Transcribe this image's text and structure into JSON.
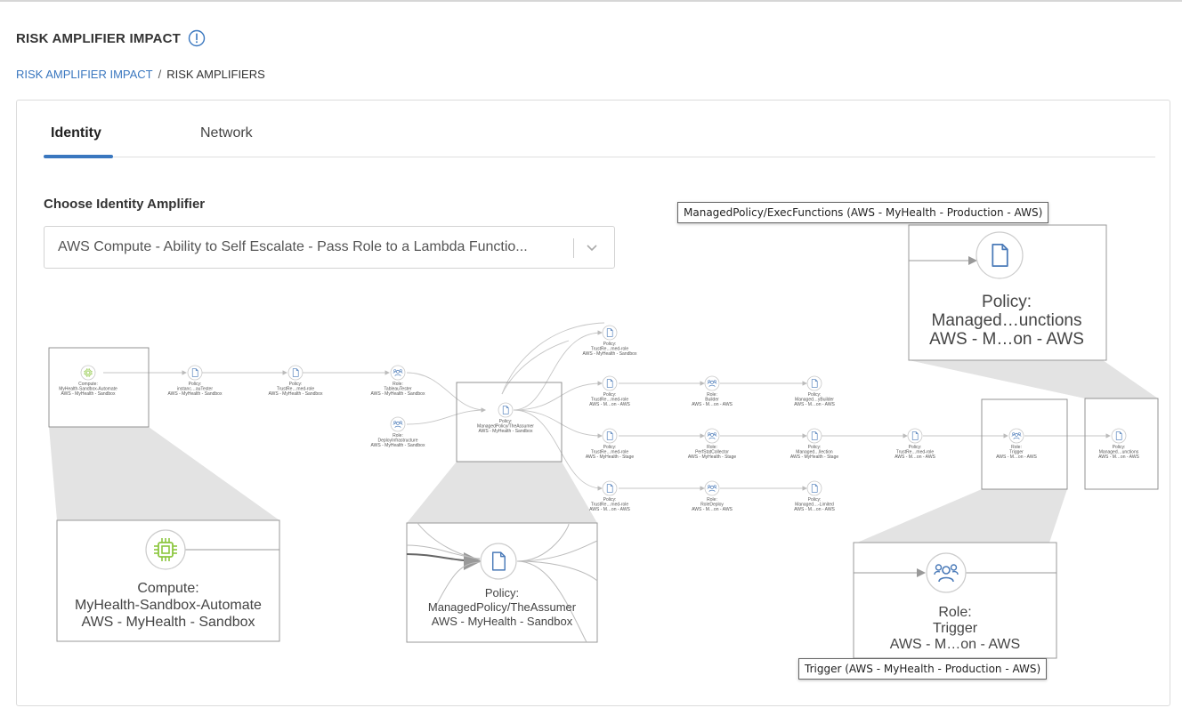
{
  "header": {
    "title": "RISK AMPLIFIER IMPACT",
    "info_icon": "info-circle-icon"
  },
  "breadcrumb": {
    "link": "RISK AMPLIFIER IMPACT",
    "separator": "/",
    "current": "RISK AMPLIFIERS"
  },
  "tabs": [
    {
      "label": "Identity",
      "active": true
    },
    {
      "label": "Network",
      "active": false
    }
  ],
  "chooser": {
    "label": "Choose Identity Amplifier",
    "value": "AWS Compute - Ability to Self Escalate - Pass Role to a Lambda Functio..."
  },
  "colors": {
    "accent": "#3a77bf",
    "compute_icon": "#8cc63f",
    "node_icon": "#4a7ab8"
  },
  "graph": {
    "nodes": [
      {
        "id": "compute",
        "icon": "cpu-icon",
        "l1": "Compute:",
        "l2": "MyHealth-Sandbox-Automate",
        "l3": "AWS - MyHealth - Sandbox"
      },
      {
        "id": "p-instance",
        "icon": "document-icon",
        "l1": "Policy:",
        "l2": "instanc…auTester",
        "l3": "AWS - MyHealth - Sandbox"
      },
      {
        "id": "p-trust1",
        "icon": "document-icon",
        "l1": "Policy:",
        "l2": "TrustRe…med-role",
        "l3": "AWS - MyHealth - Sandbox"
      },
      {
        "id": "r-tableau",
        "icon": "users-icon",
        "l1": "Role:",
        "l2": "TableauTester",
        "l3": "AWS - MyHealth - Sandbox"
      },
      {
        "id": "r-deploy",
        "icon": "users-icon",
        "l1": "Role:",
        "l2": "DeployInfrastructure",
        "l3": "AWS - MyHealth - Sandbox"
      },
      {
        "id": "p-assumer",
        "icon": "document-icon",
        "l1": "Policy:",
        "l2": "ManagedPolicy/TheAssumer",
        "l3": "AWS - MyHealth - Sandbox"
      },
      {
        "id": "p-trust-top",
        "icon": "document-icon",
        "l1": "Policy:",
        "l2": "TrustRe…med-role",
        "l3": "AWS - MyHealth - Sandbox"
      },
      {
        "id": "p-trust-a",
        "icon": "document-icon",
        "l1": "Policy:",
        "l2": "TrustRe…med-role",
        "l3": "AWS - M…on - AWS"
      },
      {
        "id": "r-builder",
        "icon": "users-icon",
        "l1": "Role:",
        "l2": "Builder",
        "l3": "AWS - M…on - AWS"
      },
      {
        "id": "p-ybuilder",
        "icon": "document-icon",
        "l1": "Policy:",
        "l2": "Managed…yBuilder",
        "l3": "AWS - M…on - AWS"
      },
      {
        "id": "p-trust-b",
        "icon": "document-icon",
        "l1": "Policy:",
        "l2": "TrustRe…med-role",
        "l3": "AWS - MyHealth - Stage"
      },
      {
        "id": "r-perfstat",
        "icon": "users-icon",
        "l1": "Role:",
        "l2": "PerfStatCollector",
        "l3": "AWS - MyHealth - Stage"
      },
      {
        "id": "p-lection",
        "icon": "document-icon",
        "l1": "Policy:",
        "l2": "Managed…llection",
        "l3": "AWS - MyHealth - Stage"
      },
      {
        "id": "p-trust-c",
        "icon": "document-icon",
        "l1": "Policy:",
        "l2": "TrustRe…med-role",
        "l3": "AWS - M…on - AWS"
      },
      {
        "id": "r-trigger",
        "icon": "users-icon",
        "l1": "Role:",
        "l2": "Trigger",
        "l3": "AWS - M…on - AWS"
      },
      {
        "id": "p-unctions",
        "icon": "document-icon",
        "l1": "Policy:",
        "l2": "Managed…unctions",
        "l3": "AWS - M…on - AWS"
      },
      {
        "id": "p-trust-d",
        "icon": "document-icon",
        "l1": "Policy:",
        "l2": "TrustRe…med-role",
        "l3": "AWS - M…on - AWS"
      },
      {
        "id": "r-roledeploy",
        "icon": "users-icon",
        "l1": "Role:",
        "l2": "RoleDeploy",
        "l3": "AWS - M…on - AWS"
      },
      {
        "id": "p-limited",
        "icon": "document-icon",
        "l1": "Policy:",
        "l2": "Managed…-Limited",
        "l3": "AWS - M…on - AWS"
      }
    ],
    "zoom_compute": {
      "l1": "Compute:",
      "l2": "MyHealth-Sandbox-Automate",
      "l3": "AWS - MyHealth - Sandbox"
    },
    "zoom_assumer": {
      "l1": "Policy:",
      "l2": "ManagedPolicy/TheAssumer",
      "l3": "AWS - MyHealth - Sandbox"
    },
    "zoom_trigger": {
      "l1": "Role:",
      "l2": "Trigger",
      "l3": "AWS - M…on - AWS"
    },
    "zoom_unctions": {
      "l1": "Policy:",
      "l2": "Managed…unctions",
      "l3": "AWS - M…on - AWS"
    }
  },
  "tooltips": {
    "exec_functions": "ManagedPolicy/ExecFunctions (AWS - MyHealth - Production - AWS)",
    "trigger": "Trigger (AWS - MyHealth - Production - AWS)"
  }
}
